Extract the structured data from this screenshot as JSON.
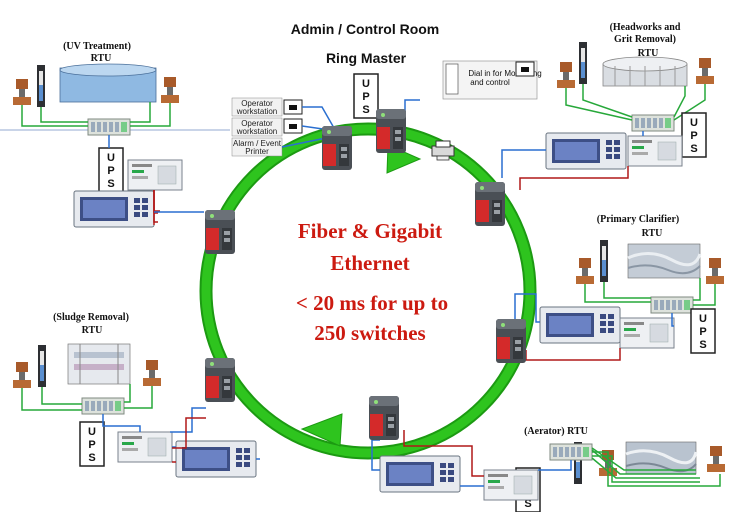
{
  "header": {
    "title": "Admin / Control Room",
    "subtitle": "Ring Master"
  },
  "ups_label": [
    "U",
    "P",
    "S"
  ],
  "center": {
    "line1": "Fiber & Gigabit",
    "line2": "Ethernet",
    "line3": "< 20 ms for up to",
    "line4": "250 switches"
  },
  "control_room": {
    "operator1": [
      "Operator",
      "workstation"
    ],
    "operator2": [
      "Operator",
      "workstation"
    ],
    "printer": [
      "Alarm / Event",
      "Printer"
    ],
    "dialin": [
      "Dial in for Monitoring",
      "and control"
    ]
  },
  "rtus": {
    "uv": [
      "(UV Treatment)",
      "RTU"
    ],
    "headworks": [
      "(Headworks  and",
      "Grit Removal)",
      "RTU"
    ],
    "primary": [
      "(Primary Clarifier)",
      "RTU"
    ],
    "sludge": [
      "(Sludge Removal)",
      "RTU"
    ],
    "aerator": [
      "(Aerator) RTU"
    ]
  },
  "colors": {
    "ring": "#2ec41e",
    "ring_dark": "#1c9a12",
    "center_text": "#cc1a10",
    "wire_blue": "#2a6fd0",
    "wire_green": "#27a83a",
    "wire_red": "#b01818",
    "switch_red": "#d42a2a"
  },
  "icons": [
    "ethernet-switch-icon",
    "ups-icon",
    "hmi-panel-icon",
    "plc-rack-icon",
    "level-gauge-icon",
    "valve-actuator-icon",
    "printer-icon",
    "phone-modem-icon"
  ]
}
